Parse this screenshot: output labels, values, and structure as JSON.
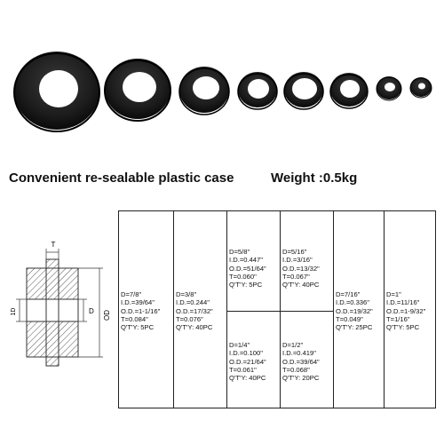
{
  "captions": {
    "left": "Convenient re-sealable plastic case",
    "right": "Weight :0.5kg"
  },
  "drawing_labels": {
    "t": "T",
    "d": "D",
    "od": "OD",
    "one_d": "1D"
  },
  "specs": [
    {
      "d": "D=7/8\"",
      "id": "I.D.=39/64\"",
      "od": "O.D.=1-1/16\"",
      "t": "T=0.084\"",
      "qty": "Q'T'Y: 5PC"
    },
    {
      "d": "D=3/8\"",
      "id": "I.D.=0.244\"",
      "od": "O.D.=17/32\"",
      "t": "T=0.076\"",
      "qty": "Q'T'Y: 40PC"
    },
    {
      "d": "D=5/8\"",
      "id": "I.D.=0.447\"",
      "od": "O.D.=51/64\"",
      "t": "T=0.060\"",
      "qty": "Q'T'Y: 5PC"
    },
    {
      "d": "D=1/4\"",
      "id": "I.D.=0.100\"",
      "od": "O.D.=21/64\"",
      "t": "T=0.061\"",
      "qty": "Q'T'Y: 40PC"
    },
    {
      "d": "D=5/16\"",
      "id": "I.D.=3/16\"",
      "od": "O.D.=13/32\"",
      "t": "T=0.067\"",
      "qty": "Q'T'Y: 40PC"
    },
    {
      "d": "D=1/2\"",
      "id": "I.D.=0.419\"",
      "od": "O.D.=39/64\"",
      "t": "T=0.068\"",
      "qty": "Q'T'Y: 20PC"
    },
    {
      "d": "D=7/16\"",
      "id": "I.D.=0.336\"",
      "od": "O.D.=19/32\"",
      "t": "T=0.049\"",
      "qty": "Q'T'Y: 25PC"
    },
    {
      "d": "D=1\"",
      "id": "I.D.=11/16\"",
      "od": "O.D.=1-9/32\"",
      "t": "T=1/16\"",
      "qty": "Q'T'Y: 5PC"
    }
  ],
  "colors": {
    "rubber": "#1c1c1c",
    "rubber_highlight": "#3a3a3a",
    "hatch": "#555555"
  }
}
